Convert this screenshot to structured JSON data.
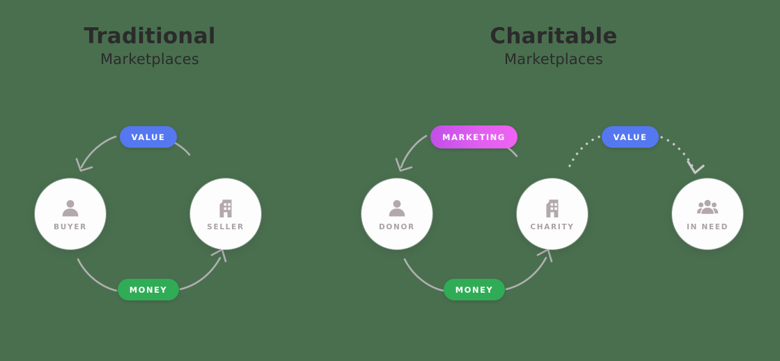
{
  "background_color": "#4a6f4f",
  "panels": [
    {
      "id": "traditional",
      "title_main": "Traditional",
      "title_sub": "Marketplaces",
      "nodes": [
        {
          "id": "buyer",
          "label": "BUYER",
          "icon": "person-icon"
        },
        {
          "id": "seller",
          "label": "SELLER",
          "icon": "building-icon"
        }
      ],
      "flows": [
        {
          "id": "value-left",
          "label": "VALUE",
          "color": "#5578f0",
          "from": "seller",
          "to": "buyer",
          "style": "solid"
        },
        {
          "id": "money-left",
          "label": "MONEY",
          "color": "#30ac56",
          "from": "buyer",
          "to": "seller",
          "style": "solid"
        }
      ]
    },
    {
      "id": "charitable",
      "title_main": "Charitable",
      "title_sub": "Marketplaces",
      "nodes": [
        {
          "id": "donor",
          "label": "DONOR",
          "icon": "person-icon"
        },
        {
          "id": "charity",
          "label": "CHARITY",
          "icon": "building-icon"
        },
        {
          "id": "inneed",
          "label": "IN NEED",
          "icon": "group-icon"
        }
      ],
      "flows": [
        {
          "id": "marketing",
          "label": "MARKETING",
          "color": "#e05ef0",
          "from": "charity",
          "to": "donor",
          "style": "solid"
        },
        {
          "id": "money-right",
          "label": "MONEY",
          "color": "#30ac56",
          "from": "donor",
          "to": "charity",
          "style": "solid"
        },
        {
          "id": "value-right",
          "label": "VALUE",
          "color": "#5578f0",
          "from": "charity",
          "to": "inneed",
          "style": "dotted"
        }
      ]
    }
  ],
  "palette": {
    "blue": "#5578f0",
    "green": "#30ac56",
    "magenta": "#e05ef0",
    "icon_gray": "#b3a8ac",
    "label_gray": "#a9a2a5",
    "arrow_gray": "#b0b0b0",
    "title_dark": "#2b2b2b",
    "circle_white": "#fdfdfd"
  }
}
